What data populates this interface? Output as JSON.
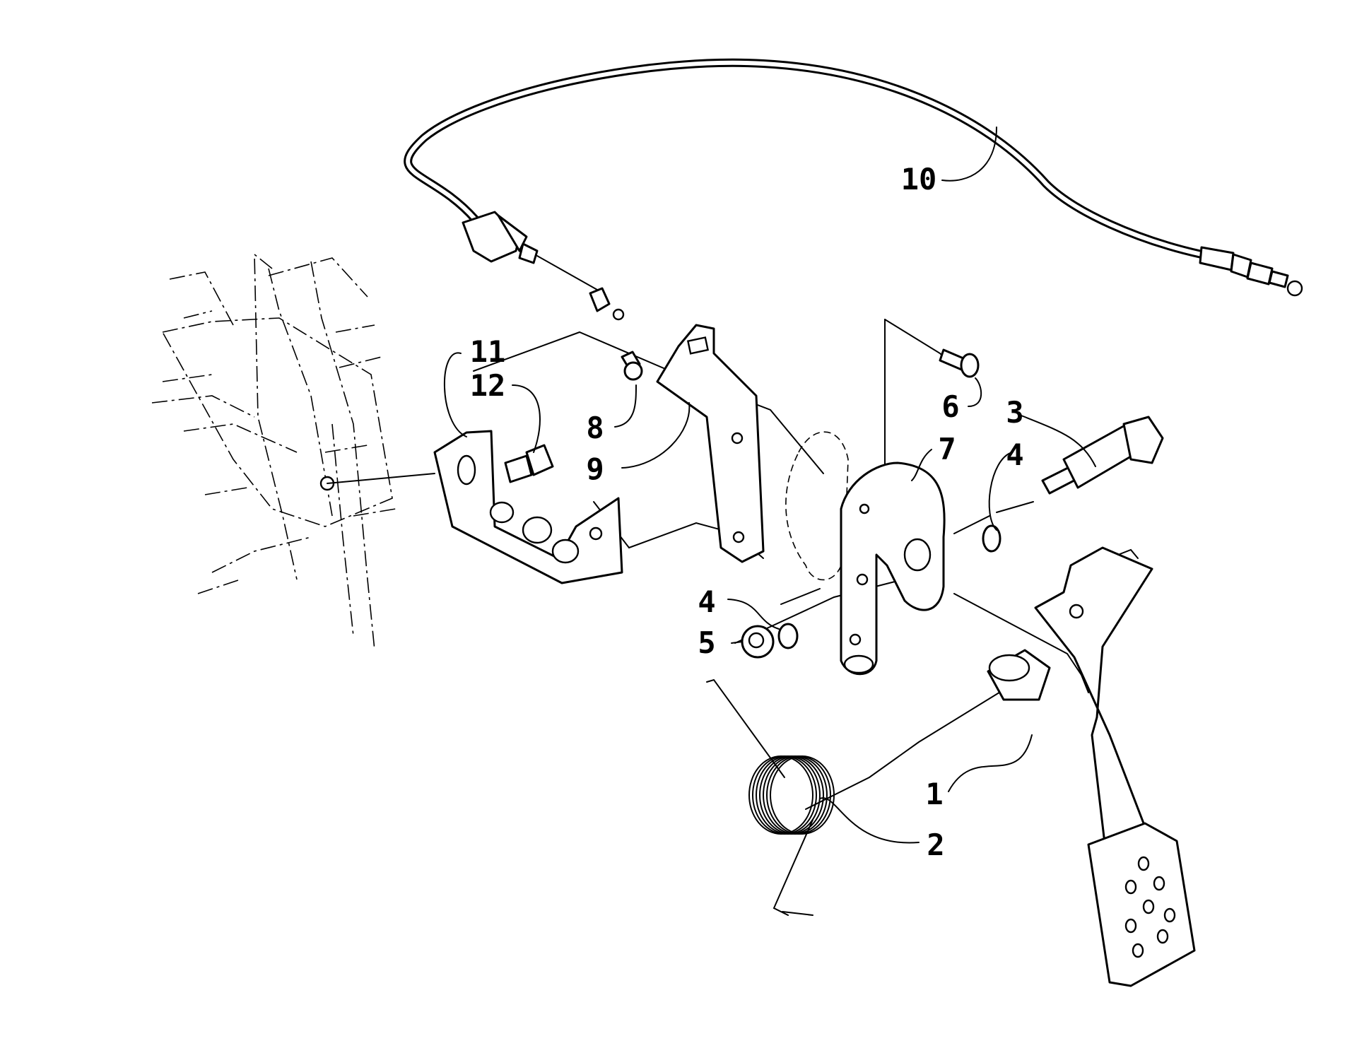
{
  "callouts": [
    {
      "id": "1",
      "label": "1"
    },
    {
      "id": "2",
      "label": "2"
    },
    {
      "id": "3",
      "label": "3"
    },
    {
      "id": "4a",
      "label": "4"
    },
    {
      "id": "4b",
      "label": "4"
    },
    {
      "id": "5",
      "label": "5"
    },
    {
      "id": "6",
      "label": "6"
    },
    {
      "id": "7",
      "label": "7"
    },
    {
      "id": "8",
      "label": "8"
    },
    {
      "id": "9",
      "label": "9"
    },
    {
      "id": "10",
      "label": "10"
    },
    {
      "id": "11",
      "label": "11"
    },
    {
      "id": "12",
      "label": "12"
    }
  ],
  "colors": {
    "line": "#000000",
    "background": "#ffffff"
  }
}
